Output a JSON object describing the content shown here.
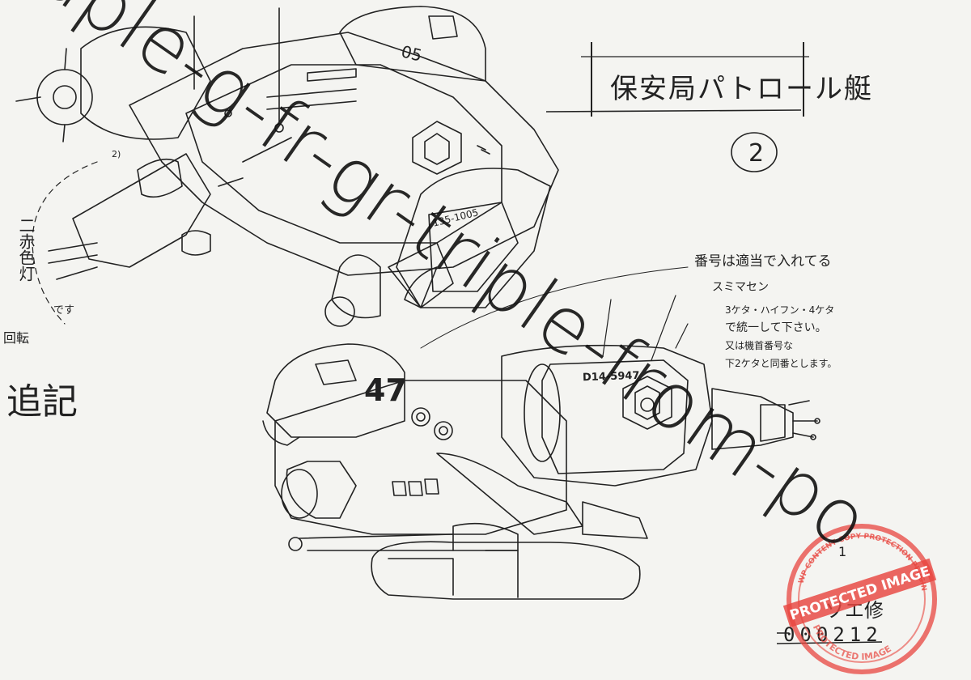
{
  "sheet": {
    "title": "保安局パトロール艇",
    "page_number": "2",
    "sheet_number": "000212",
    "signature": "ゾエ修",
    "corner_digit": "1"
  },
  "hull_numbers": {
    "top_view_fin": "05",
    "top_view_engine": "135-1005",
    "bottom_view_side": "47",
    "bottom_view_engine": "D14-5947"
  },
  "annotations": {
    "note_lines": [
      "番号は適当で入れてる",
      "スミマセン",
      "3ケタ・ハイフン・4ケタ",
      "で統一して下さい。",
      "又は機首番号な",
      "下2ケタと同番とします。"
    ],
    "left_side_lines": [
      "二",
      "赤色灯",
      "です",
      "回転"
    ],
    "left_bottom": "追記",
    "bubble_label": "2)"
  },
  "watermark": {
    "diagonal_text": "uple-g-fr-gr-triple-from-po",
    "stamp_lines": [
      "PROTECTED IMAGE",
      "WP CONTENT COPY PROTECTION PLUGIN",
      "PROTECTED IMAGE"
    ]
  },
  "colors": {
    "paper": "#f4f4f1",
    "ink": "#222222",
    "watermark": "#111111",
    "stamp": "#e8463f"
  }
}
